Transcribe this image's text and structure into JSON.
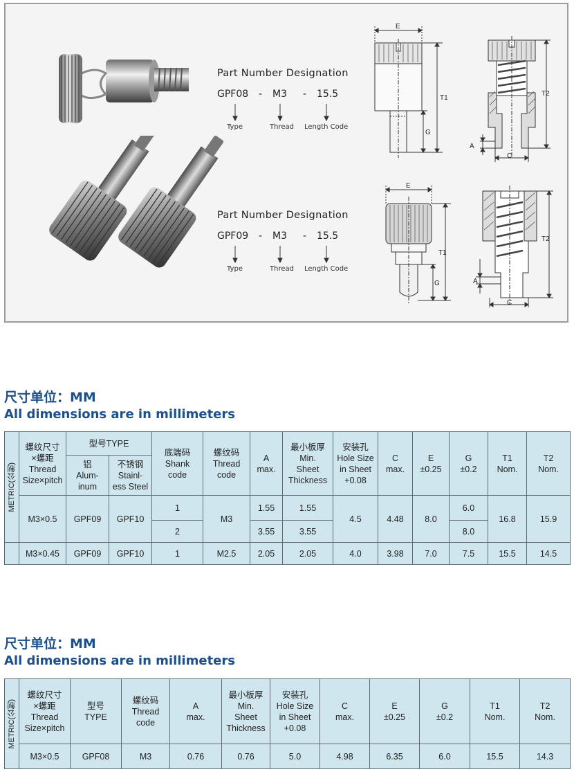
{
  "top_panel": {
    "gpf08": {
      "title": "Part Number Designation",
      "parts": [
        "GPF08",
        "-",
        "M3",
        "-",
        "15.5"
      ],
      "labels": [
        "Type",
        "Thread",
        "Length Code"
      ]
    },
    "gpf09": {
      "title": "Part Number Designation",
      "parts": [
        "GPF09",
        "-",
        "M3",
        "-",
        "15.5"
      ],
      "labels": [
        "Type",
        "Thread",
        "Length Code"
      ]
    },
    "drawing_labels": {
      "E": "E",
      "T1": "T1",
      "T2": "T2",
      "G": "G",
      "A": "A",
      "C": "C"
    }
  },
  "section1": {
    "heading_cn": "尺寸单位：MM",
    "heading_en": "All dimensions are in millimeters",
    "side_label": "METRIC(公制)",
    "headers": {
      "thread": [
        "螺纹尺寸",
        "×螺距",
        "Thread",
        "Size×pitch"
      ],
      "type": "型号TYPE",
      "alu": [
        "铝",
        "Alum-",
        "inum"
      ],
      "steel": [
        "不锈钢",
        "Stainl-",
        "ess Steel"
      ],
      "shank": [
        "底端码",
        "Shank",
        "code"
      ],
      "threadcode": [
        "螺纹码",
        "Thread",
        "code"
      ],
      "a": [
        "A",
        "max."
      ],
      "min": [
        "最小板厚",
        "Min.",
        "Sheet",
        "Thickness"
      ],
      "hole": [
        "安装孔",
        "Hole Size",
        "in Sheet",
        "+0.08"
      ],
      "c": [
        "C",
        "max."
      ],
      "e": [
        "E",
        "±0.25"
      ],
      "g": [
        "G",
        "±0.2"
      ],
      "t1": [
        "T1",
        "Nom."
      ],
      "t2": [
        "T2",
        "Nom."
      ]
    },
    "rows": {
      "r1": {
        "thread": "M3×0.5",
        "alu": "GPF09",
        "steel": "GPF10",
        "shank1": "1",
        "shank2": "2",
        "threadcode": "M3",
        "a1": "1.55",
        "a2": "3.55",
        "min1": "1.55",
        "min2": "3.55",
        "hole": "4.5",
        "c": "4.48",
        "e": "8.0",
        "g1": "6.0",
        "g2": "8.0",
        "t1": "16.8",
        "t2": "15.9"
      },
      "r2": {
        "thread": "M3×0.45",
        "alu": "GPF09",
        "steel": "GPF10",
        "shank": "1",
        "threadcode": "M2.5",
        "a": "2.05",
        "min": "2.05",
        "hole": "4.0",
        "c": "3.98",
        "e": "7.0",
        "g": "7.5",
        "t1": "15.5",
        "t2": "14.5"
      }
    }
  },
  "section2": {
    "heading_cn": "尺寸单位：MM",
    "heading_en": "All dimensions are in millimeters",
    "side_label": "METRIC(公制)",
    "headers": {
      "thread": [
        "螺纹尺寸",
        "×螺距",
        "Thread",
        "Size×pitch"
      ],
      "type": [
        "型号",
        "TYPE"
      ],
      "threadcode": [
        "螺纹码",
        "Thread",
        "code"
      ],
      "a": [
        "A",
        "max."
      ],
      "min": [
        "最小板厚",
        "Min.",
        "Sheet",
        "Thickness"
      ],
      "hole": [
        "安装孔",
        "Hole Size",
        "in Sheet",
        "+0.08"
      ],
      "c": [
        "C",
        "max."
      ],
      "e": [
        "E",
        "±0.25"
      ],
      "g": [
        "G",
        "±0.2"
      ],
      "t1": [
        "T1",
        "Nom."
      ],
      "t2": [
        "T2",
        "Nom."
      ]
    },
    "row": {
      "thread": "M3×0.5",
      "type": "GPF08",
      "threadcode": "M3",
      "a": "0.76",
      "min": "0.76",
      "hole": "5.0",
      "c": "4.98",
      "e": "6.35",
      "g": "6.0",
      "t1": "15.5",
      "t2": "14.3"
    }
  }
}
